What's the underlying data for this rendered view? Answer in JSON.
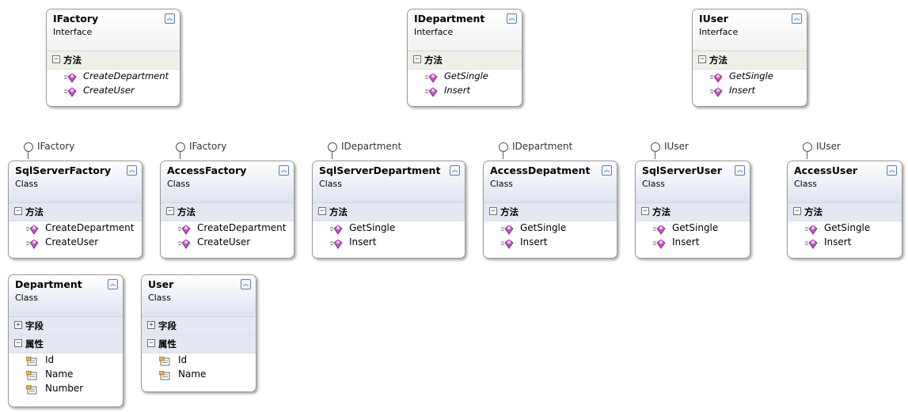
{
  "icons": {
    "method": "method-icon",
    "property": "property-icon",
    "collapse": "collapse-icon"
  },
  "interfaces": [
    {
      "title": "IFactory",
      "kind": "Interface",
      "section": "方法",
      "methods": [
        "CreateDepartment",
        "CreateUser"
      ]
    },
    {
      "title": "IDepartment",
      "kind": "Interface",
      "section": "方法",
      "methods": [
        "GetSingle",
        "Insert"
      ]
    },
    {
      "title": "IUser",
      "kind": "Interface",
      "section": "方法",
      "methods": [
        "GetSingle",
        "Insert"
      ]
    }
  ],
  "implementations": [
    {
      "implements": "IFactory",
      "title": "SqlServerFactory",
      "kind": "Class",
      "section": "方法",
      "methods": [
        "CreateDepartment",
        "CreateUser"
      ]
    },
    {
      "implements": "IFactory",
      "title": "AccessFactory",
      "kind": "Class",
      "section": "方法",
      "methods": [
        "CreateDepartment",
        "CreateUser"
      ]
    },
    {
      "implements": "IDepartment",
      "title": "SqlServerDepartment",
      "kind": "Class",
      "section": "方法",
      "methods": [
        "GetSingle",
        "Insert"
      ]
    },
    {
      "implements": "IDepartment",
      "title": "AccessDepatment",
      "kind": "Class",
      "section": "方法",
      "methods": [
        "GetSingle",
        "Insert"
      ]
    },
    {
      "implements": "IUser",
      "title": "SqlServerUser",
      "kind": "Class",
      "section": "方法",
      "methods": [
        "GetSingle",
        "Insert"
      ]
    },
    {
      "implements": "IUser",
      "title": "AccessUser",
      "kind": "Class",
      "section": "方法",
      "methods": [
        "GetSingle",
        "Insert"
      ]
    }
  ],
  "entities": [
    {
      "title": "Department",
      "kind": "Class",
      "fields_section": "字段",
      "properties_section": "属性",
      "properties": [
        "Id",
        "Name",
        "Number"
      ]
    },
    {
      "title": "User",
      "kind": "Class",
      "fields_section": "字段",
      "properties_section": "属性",
      "properties": [
        "Id",
        "Name"
      ]
    }
  ]
}
